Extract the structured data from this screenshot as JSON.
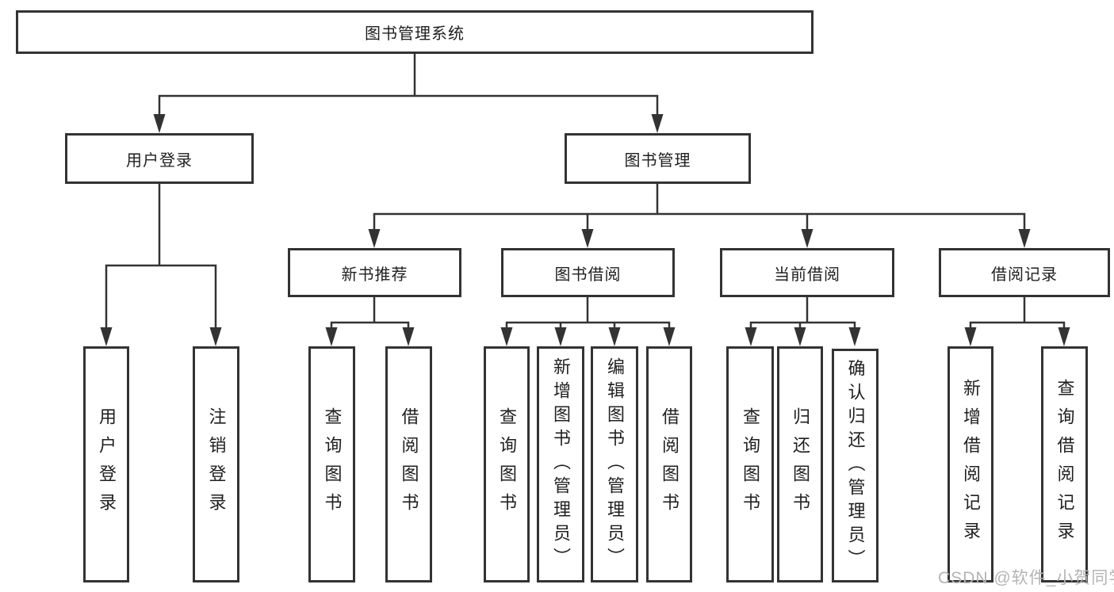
{
  "watermark": "CSDN @软件_小贺同学",
  "colors": {
    "line": "#333333",
    "box_border": "#333333",
    "text": "#1f1f1f",
    "watermark": "#b4b4b4",
    "background": "#ffffff"
  },
  "tree": {
    "root": {
      "label": "图书管理系统"
    },
    "branches": [
      {
        "label": "用户登录",
        "leaves": [
          {
            "label": "用户登录"
          },
          {
            "label": "注销登录"
          }
        ]
      },
      {
        "label": "图书管理",
        "groups": [
          {
            "label": "新书推荐",
            "leaves": [
              {
                "label": "查询图书"
              },
              {
                "label": "借阅图书"
              }
            ]
          },
          {
            "label": "图书借阅",
            "leaves": [
              {
                "label": "查询图书"
              },
              {
                "label": "新增图书（管理员）"
              },
              {
                "label": "编辑图书（管理员）"
              },
              {
                "label": "借阅图书"
              }
            ]
          },
          {
            "label": "当前借阅",
            "leaves": [
              {
                "label": "查询图书"
              },
              {
                "label": "归还图书"
              },
              {
                "label": "确认归还（管理员）"
              }
            ]
          },
          {
            "label": "借阅记录",
            "leaves": [
              {
                "label": "新增借阅记录"
              },
              {
                "label": "查询借阅记录"
              }
            ]
          }
        ]
      }
    ]
  }
}
